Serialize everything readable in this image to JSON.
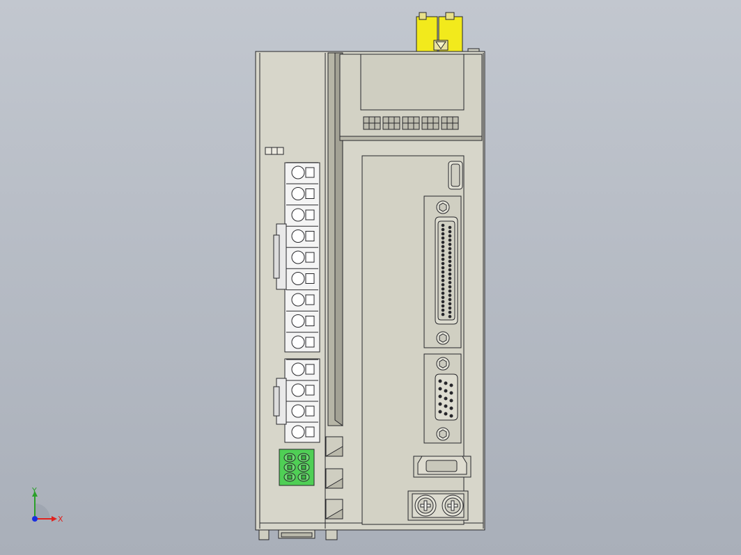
{
  "scene": {
    "view": "front",
    "colors": {
      "background_top": "#c2c7cf",
      "background_bottom": "#a9afb9",
      "housing": "#d7d6ca",
      "housing_shade": "#c5c4b6",
      "edge": "#26262a",
      "terminal_body": "#f4f4f4",
      "connector_yellow": "#f2ea1c",
      "connector_green": "#4fcf55"
    }
  },
  "model": {
    "name": "servo-drive",
    "terminal_block_upper": {
      "screw_count": 9
    },
    "terminal_block_lower": {
      "screw_count": 4
    },
    "signal_connector_dsub": {
      "pin_rows": 2,
      "pins_per_row": 22
    },
    "feedback_connector_dsub": {
      "pin_rows": 3,
      "pins_per_row": 5
    },
    "green_plug": {
      "pin_columns": 2,
      "pin_rows": 3
    },
    "ground_screws": 2,
    "vent_slots": 5,
    "top_plug_color": "yellow"
  },
  "triad": {
    "x_label": "X",
    "y_label": "Y",
    "x_color": "#e0221e",
    "y_color": "#2aa02a",
    "origin_color": "#1a2ee0"
  }
}
